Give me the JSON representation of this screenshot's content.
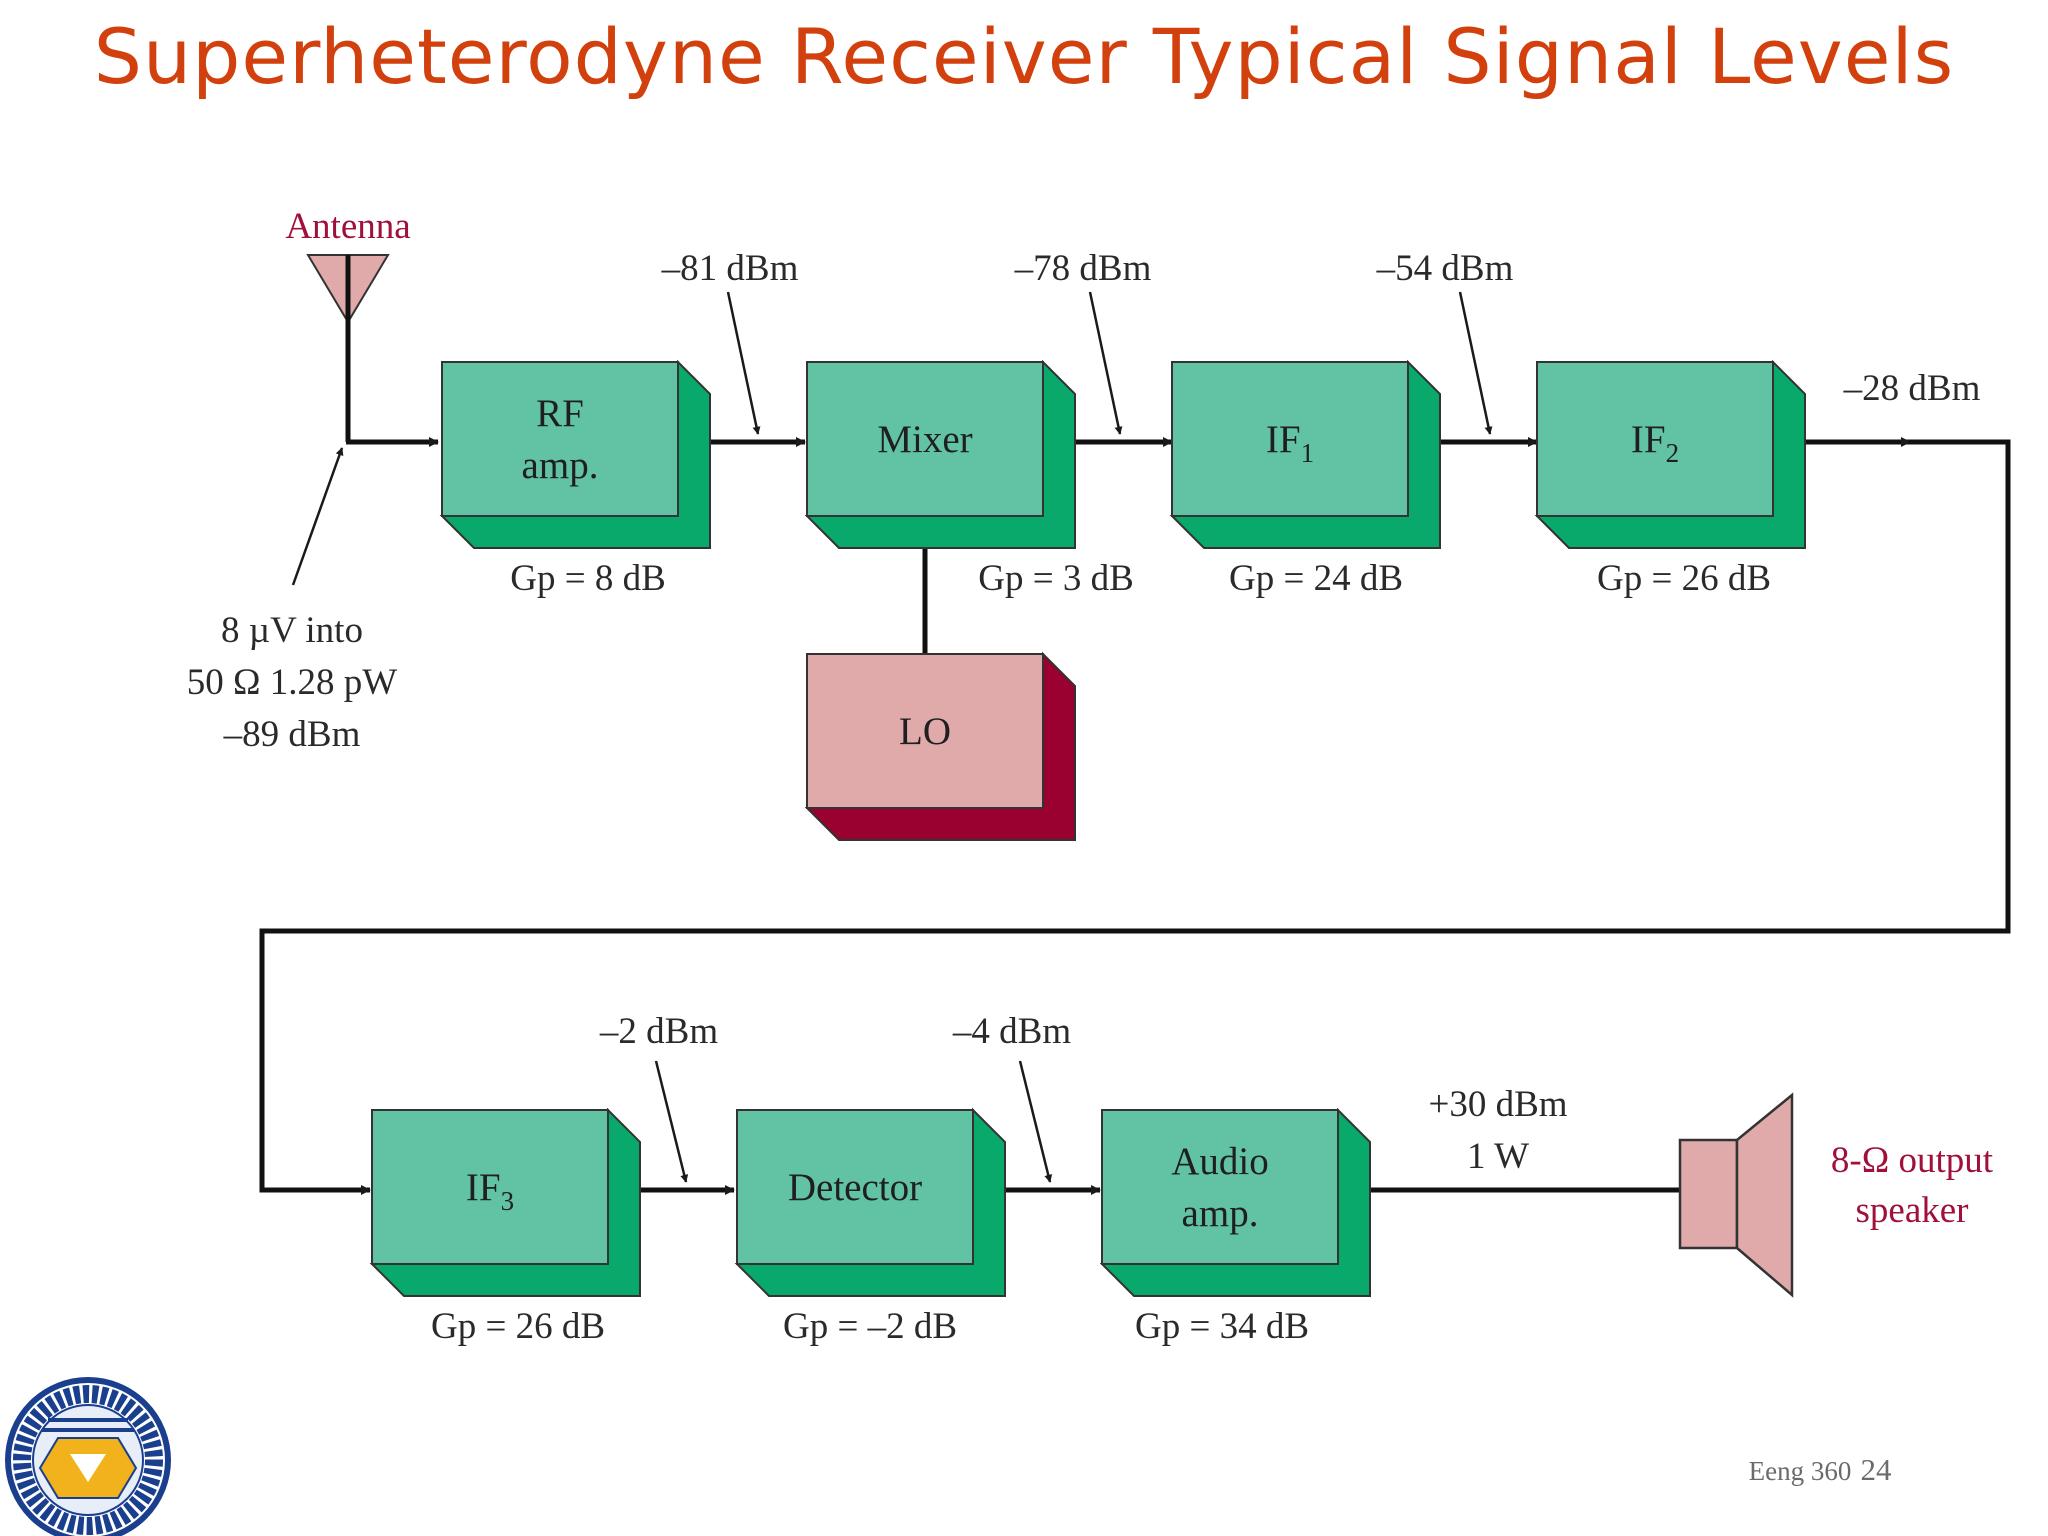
{
  "slide": {
    "title": "Superheterodyne Receiver Typical Signal Levels",
    "course": "Eeng 360",
    "page_number": "24"
  },
  "antenna": {
    "label": "Antenna",
    "input_lines": [
      "8 µV into",
      "50 Ω 1.28 pW",
      "–89 dBm"
    ]
  },
  "blocks": {
    "rf_amp": {
      "lines": [
        "RF",
        "amp."
      ],
      "gain": "Gp = 8 dB"
    },
    "mixer": {
      "lines": [
        "Mixer"
      ],
      "gain": "Gp = 3 dB"
    },
    "if1": {
      "name": "IF",
      "sub": "1",
      "gain": "Gp = 24 dB"
    },
    "if2": {
      "name": "IF",
      "sub": "2",
      "gain": "Gp = 26 dB"
    },
    "lo": {
      "lines": [
        "LO"
      ]
    },
    "if3": {
      "name": "IF",
      "sub": "3",
      "gain": "Gp = 26 dB"
    },
    "detector": {
      "lines": [
        "Detector"
      ],
      "gain": "Gp = –2 dB"
    },
    "audio_amp": {
      "lines": [
        "Audio",
        "amp."
      ],
      "gain": "Gp = 34 dB"
    }
  },
  "levels": {
    "after_rf": "–81 dBm",
    "after_mixer": "–78 dBm",
    "after_if1": "–54 dBm",
    "after_if2": "–28 dBm",
    "after_if3": "–2 dBm",
    "after_detector": "–4 dBm",
    "output": [
      "+30 dBm",
      "1 W"
    ]
  },
  "speaker": {
    "lines": [
      "8-Ω output",
      "speaker"
    ]
  },
  "colors": {
    "title": "#d2400e",
    "block_face": "#62c3a4",
    "block_depth": "#09a86b",
    "lo_face": "#dfaaa9",
    "lo_depth": "#9a0030",
    "speaker_fill": "#dfaaa9",
    "label_accent": "#a0103a"
  }
}
